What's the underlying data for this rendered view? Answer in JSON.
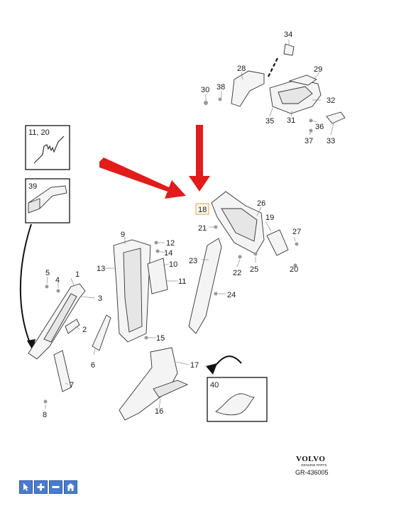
{
  "callouts": {
    "c1": "1",
    "c2": "2",
    "c3": "3",
    "c4": "4",
    "c5": "5",
    "c6": "6",
    "c7": "7",
    "c8": "8",
    "c9": "9",
    "c10": "10",
    "c11": "11",
    "c12": "12",
    "c13": "13",
    "c14": "14",
    "c15": "15",
    "c16": "16",
    "c17": "17",
    "c18": "18",
    "c19": "19",
    "c20": "20",
    "c21": "21",
    "c22": "22",
    "c23": "23",
    "c24": "24",
    "c25": "25",
    "c26": "26",
    "c27": "27",
    "c28": "28",
    "c29": "29",
    "c30": "30",
    "c31": "31",
    "c32": "32",
    "c33": "33",
    "c34": "34",
    "c35": "35",
    "c36": "36",
    "c37": "37",
    "c38": "38"
  },
  "insets": {
    "spring_label": "11, 20",
    "handle_label": "39",
    "pad_label": "40"
  },
  "brand": {
    "logo_text": "VOLVO",
    "logo_subtext": "GENUINE PARTS",
    "diagram_code": "GR-436005"
  },
  "colors": {
    "arrow": "#e21b1b",
    "highlight_box": "#e8a04a",
    "toolbar_button": "#4a7bd0"
  },
  "toolbar": {
    "buttons": [
      "cursor-icon",
      "zoom-in-icon",
      "zoom-out-icon",
      "home-icon"
    ]
  }
}
